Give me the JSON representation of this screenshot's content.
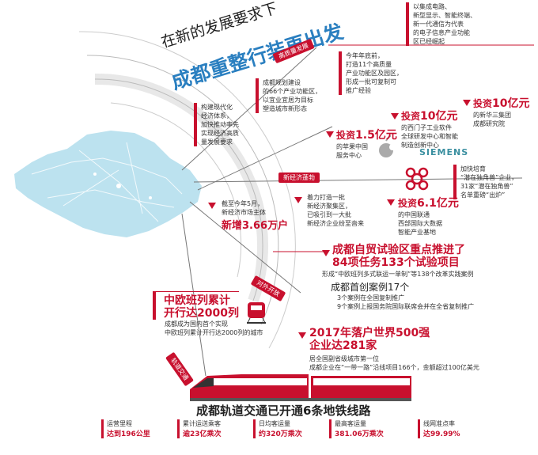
{
  "title": {
    "line1": "在新的发展要求下",
    "line2": "成都重整行装再出发"
  },
  "tags": {
    "quality": "高质量发展",
    "new_economy": "新经济蓬勃",
    "opening": "对外开放",
    "transit": "轨道交通"
  },
  "quality": {
    "modern_industry": [
      "构建现代化",
      "经济体系，",
      "加快推动率先",
      "实现经济高质",
      "量发展要求"
    ],
    "functional_zones": [
      "成都规划建设",
      "的66个产业功能区，",
      "以宜业宜居为目标",
      "塑造城市新形态"
    ],
    "year_end": [
      "今年年底前，",
      "打造11个高质量",
      "产业功能区及园区，",
      "形成一批可复制可",
      "推广经验"
    ],
    "integrated": [
      "以集成电路、",
      "新型显示、智能终端、",
      "新一代通信为代表",
      "的电子信息产业功能",
      "区已经崛起"
    ]
  },
  "new_economy": {
    "apple": {
      "prefix": "投资",
      "amount": "1.5亿元",
      "lines": [
        "的苹果中国",
        "服务中心"
      ]
    },
    "siemens": {
      "prefix": "投资",
      "amount": "10亿元",
      "lines": [
        "的西门子工业软件",
        "全球研发中心和智能",
        "制造创新中心"
      ],
      "logo": "SIEMENS"
    },
    "samsung": {
      "prefix": "投资",
      "amount": "10亿元",
      "lines": [
        "的新华三集团",
        "成都研究院"
      ]
    },
    "unicorn": [
      "加快培育",
      "“潜在独角兽”企业，",
      "31家“潜在独角兽”",
      "名单重磅“出炉”"
    ],
    "market": {
      "lines": [
        "截至今年5月，",
        "新经济市场主体"
      ],
      "highlight": "新增3.66万户"
    },
    "clusters": [
      "着力打造一批",
      "新经济聚集区，",
      "已吸引到一大批",
      "新经济企业纷至沓来"
    ],
    "unicom": {
      "prefix": "投资",
      "amount": "6.1亿元",
      "lines": [
        "的中国联通",
        "西部国际大数据",
        "智能产业基地"
      ]
    }
  },
  "opening": {
    "ftz": {
      "line1": "成都自贸试验区重点推进了",
      "line2": "84项任务133个试验项目",
      "note": "形成“中欧班列多式联运一单制”等138个改革实践案例"
    },
    "first_cases": {
      "title": "成都首创案例17个",
      "lines": [
        "3个案例在全国复制推广",
        "9个案例上报国务院国际联席会并在全省复制推广"
      ]
    },
    "china_europe": {
      "line1": "中欧班列累计",
      "line2": "开行达2000列",
      "lines": [
        "成都成为国内首个实现",
        "中欧班列累计开行达2000列的城市"
      ]
    },
    "fortune500": {
      "line1": "2017年落户世界500强",
      "line2": "企业达281家",
      "lines": [
        "居全国副省级城市第一位",
        "成都企业在“一带一路”沿线项目166个，金额超过100亿美元"
      ]
    }
  },
  "transit": {
    "headline": "成都轨道交通已开通6条地铁线路",
    "stats": [
      {
        "label": "运营里程",
        "value": "达到196公里"
      },
      {
        "label": "累计运送乘客",
        "value": "逾23亿乘次"
      },
      {
        "label": "日均客运量",
        "value": "约320万乘次"
      },
      {
        "label": "最高客运量",
        "value": "381.06万乘次"
      },
      {
        "label": "线网准点率",
        "value": "达99.99%"
      }
    ]
  },
  "colors": {
    "accent": "#c8102e",
    "blue": "#2a7fc0",
    "map": "#a6d8ea"
  }
}
